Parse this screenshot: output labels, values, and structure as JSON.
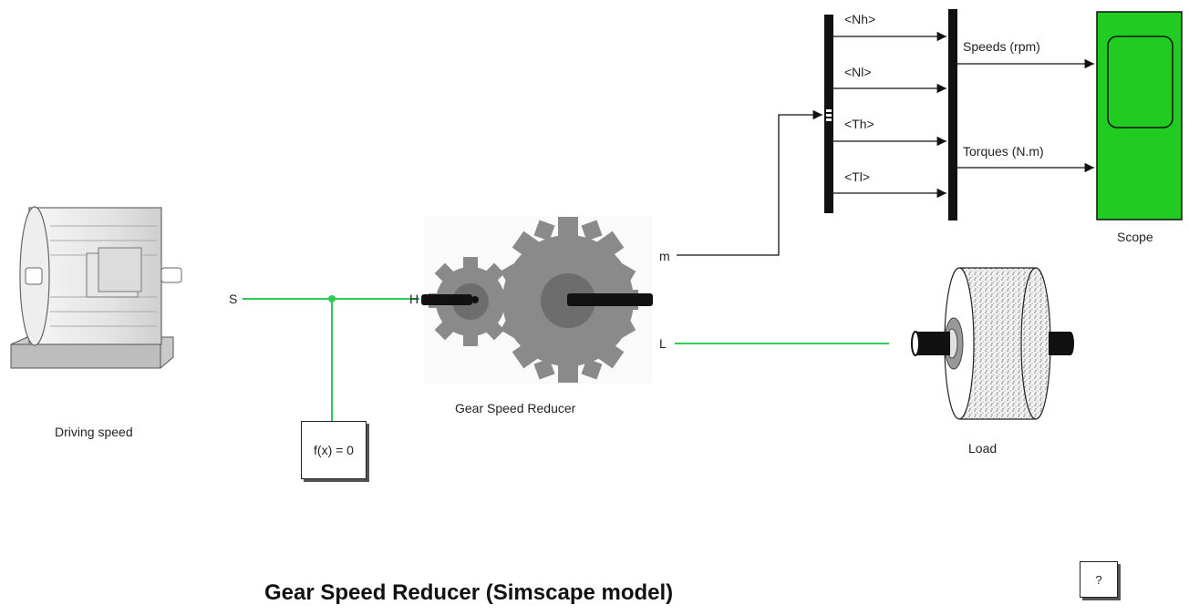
{
  "diagram": {
    "title": "Gear Speed Reducer (Simscape model)",
    "blocks": {
      "driving_speed": "Driving speed",
      "solver": "f(x) = 0",
      "reducer": "Gear Speed Reducer",
      "load": "Load",
      "scope": "Scope",
      "help": "?"
    },
    "ports": {
      "motor_s": "S",
      "reducer_h": "H",
      "reducer_m": "m",
      "reducer_l": "L"
    },
    "signals": {
      "nh": "<Nh>",
      "nl": "<Nl>",
      "th": "<Th>",
      "tl": "<Tl>",
      "speeds": "Speeds (rpm)",
      "torques": "Torques (N.m)"
    },
    "colors": {
      "physical_connection": "#2ecc57",
      "scope_fill": "#1fcc1f",
      "gear": "#858585",
      "line": "#111111"
    }
  }
}
